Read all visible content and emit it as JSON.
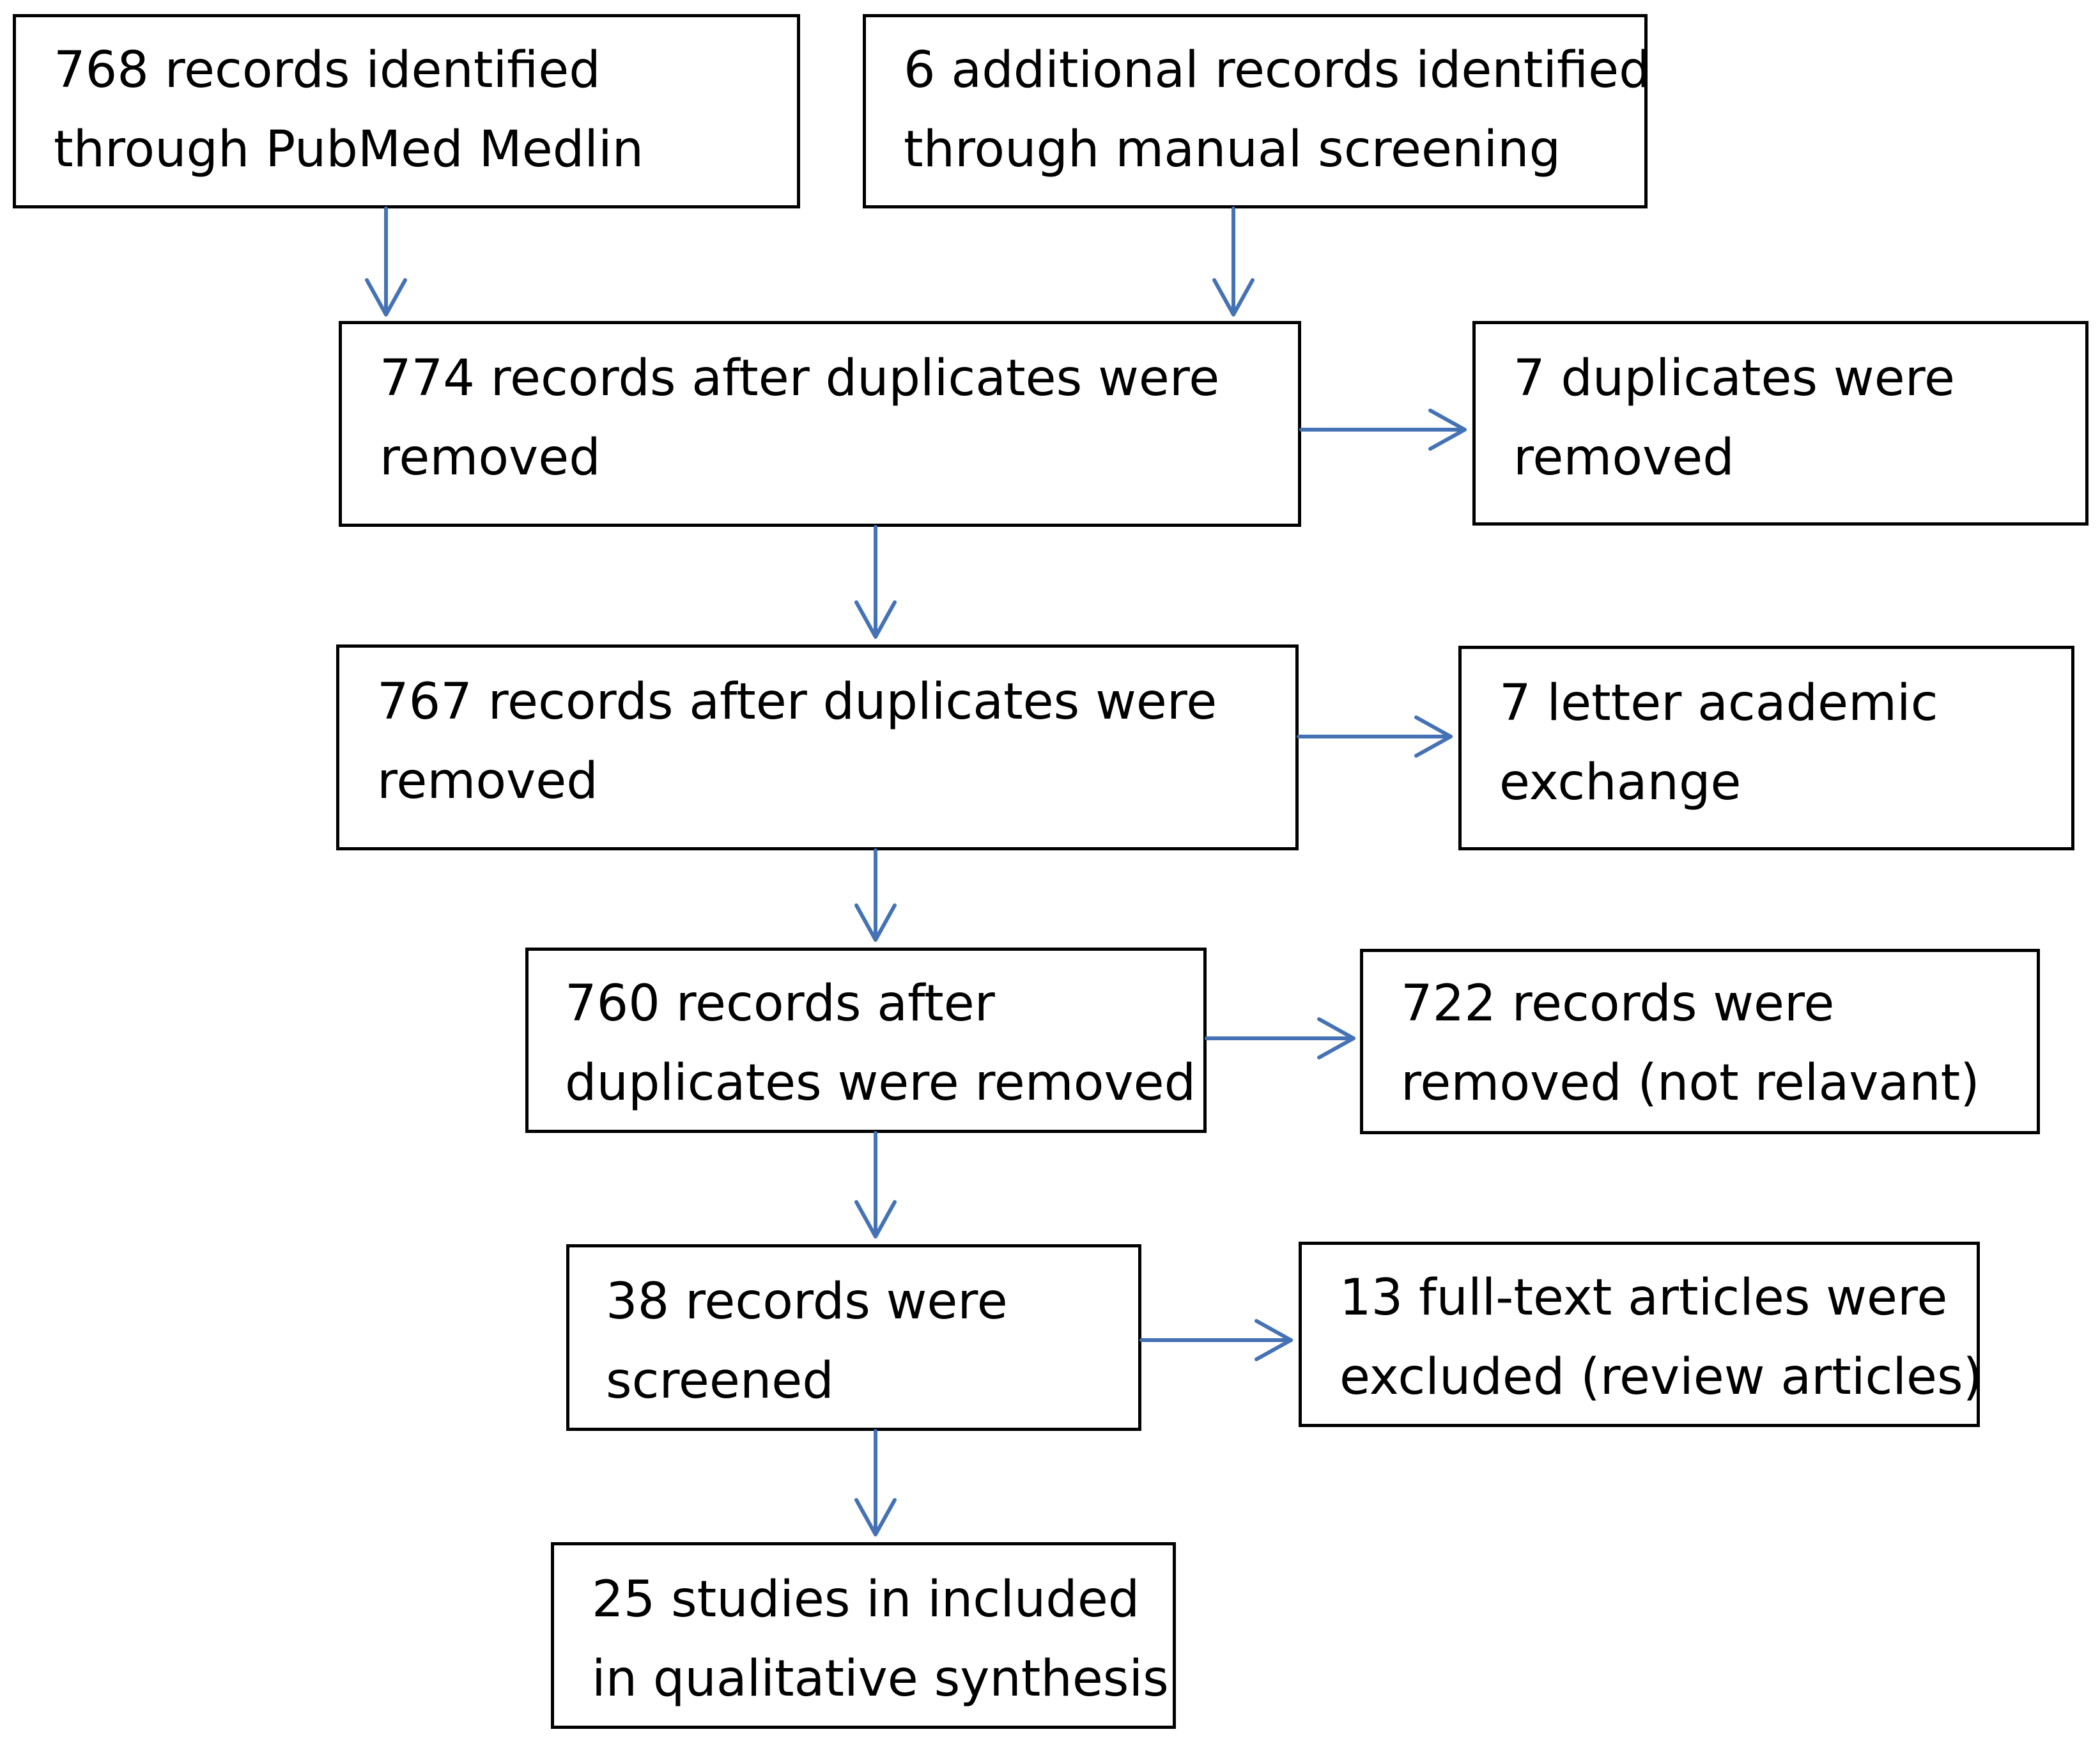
{
  "flowchart": {
    "arrow_color": "#4472B4",
    "border_color": "#000000",
    "boxes": {
      "pubmed": {
        "lines": [
          "768 records identified",
          "through PubMed Medlin"
        ]
      },
      "manual": {
        "lines": [
          "6 additional records identified",
          "through manual screening"
        ]
      },
      "after_dup_774": {
        "lines": [
          "774 records after duplicates were",
          "removed"
        ]
      },
      "dup_removed": {
        "lines": [
          "7 duplicates were",
          "removed"
        ]
      },
      "after_dup_767": {
        "lines": [
          "767 records after duplicates were",
          "removed"
        ]
      },
      "letters": {
        "lines": [
          "7 letter academic",
          "exchange"
        ]
      },
      "after_dup_760": {
        "lines": [
          "760 records after",
          "duplicates were removed"
        ]
      },
      "not_relevant": {
        "lines": [
          "722 records were",
          "removed (not relavant)"
        ]
      },
      "screened": {
        "lines": [
          "38 records were",
          "screened"
        ]
      },
      "excluded": {
        "lines": [
          "13 full-text articles were",
          "excluded (review articles)"
        ]
      },
      "included": {
        "lines": [
          "25 studies in included",
          "in qualitative synthesis"
        ]
      }
    }
  }
}
